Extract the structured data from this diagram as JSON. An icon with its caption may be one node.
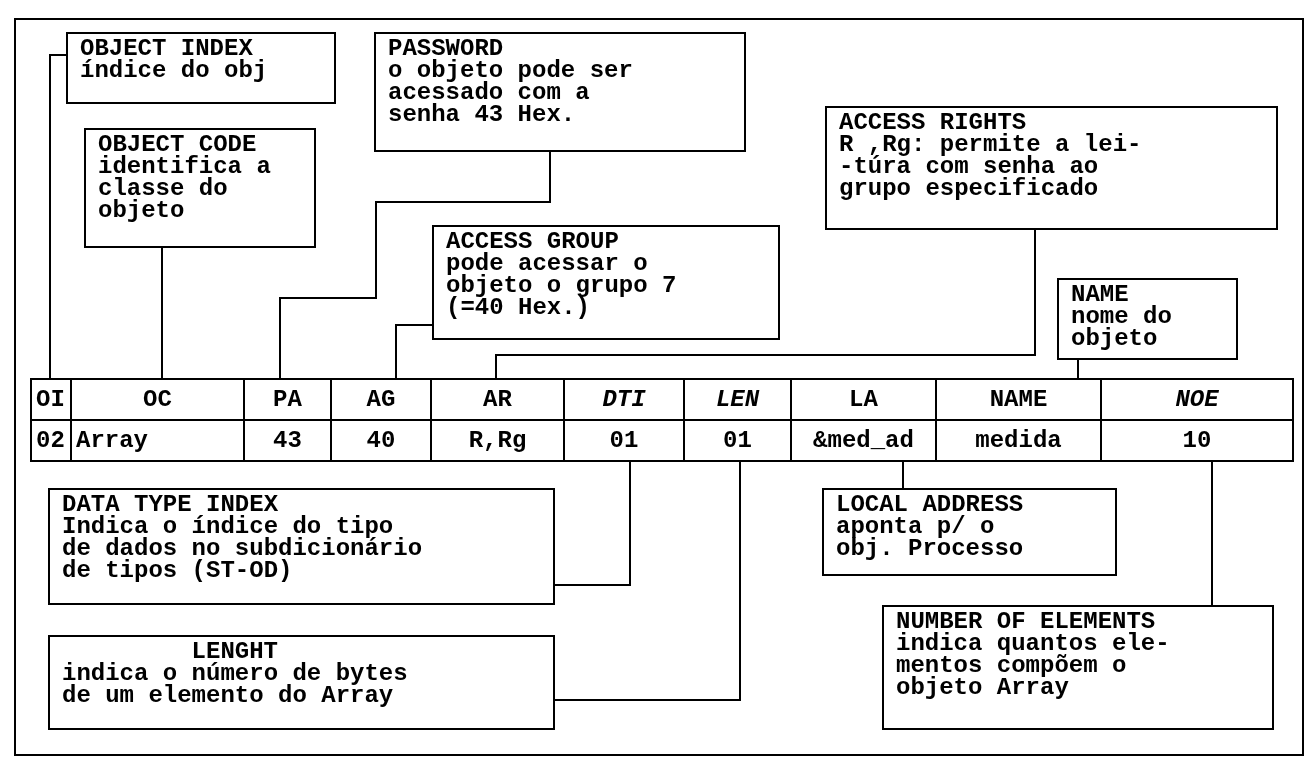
{
  "diagram": {
    "nodes": [
      {
        "text": [
          "OBJECT INDEX",
          "índice do obj"
        ]
      },
      {
        "text": [
          "PASSWORD",
          "o objeto pode ser acessado com a senha 43 Hex."
        ]
      },
      {
        "text": [
          "OBJECT CODE",
          "identifica a classe do objeto"
        ]
      },
      {
        "text": [
          "ACCESS RIGHTS",
          "R ,Rg: permite a lei- -túra com senha ao grupo especificado"
        ]
      },
      {
        "text": [
          "ACCESS GROUP",
          "pode acessar o objeto o grupo 7 (=40 Hex.)"
        ]
      },
      {
        "text": [
          "NAME",
          "nome do objeto"
        ]
      },
      {
        "text": [
          "OI"
        ]
      },
      {
        "text": [
          "OC"
        ]
      },
      {
        "text": [
          "PA"
        ]
      },
      {
        "text": [
          "AG"
        ]
      },
      {
        "text": [
          "AR"
        ]
      },
      {
        "text": [
          "DTI"
        ]
      },
      {
        "text": [
          "LEN"
        ]
      },
      {
        "text": [
          "LA"
        ]
      },
      {
        "text": [
          "NAME"
        ]
      },
      {
        "text": [
          "NOE"
        ]
      },
      {
        "text": [
          "02"
        ]
      },
      {
        "text": [
          "Array"
        ]
      },
      {
        "text": [
          "43"
        ]
      },
      {
        "text": [
          "40"
        ]
      },
      {
        "text": [
          "R,Rg"
        ]
      },
      {
        "text": [
          "01"
        ]
      },
      {
        "text": [
          "01"
        ]
      },
      {
        "text": [
          "&med_ad"
        ]
      },
      {
        "text": [
          "medida"
        ]
      },
      {
        "text": [
          "10"
        ]
      },
      {
        "text": [
          "DATA TYPE INDEX",
          "Indica o índice do tipo de dados no subdicionário de tipos (ST-OD)"
        ]
      },
      {
        "text": [
          "LOCAL ADDRESS",
          "aponta p/ o obj. Processo"
        ]
      },
      {
        "text": [
          "LENGHT",
          "indica o número de bytes de um elemento do Array"
        ]
      },
      {
        "text": [
          "NUMBER OF ELEMENTS",
          "indica quantos ele- mentos compõem o objeto Array"
        ]
      }
    ],
    "edges": [
      {
        "from": 0,
        "to": 6,
        "arrow": "none"
      },
      {
        "from": 2,
        "to": 7,
        "arrow": "none"
      },
      {
        "from": 1,
        "to": 8,
        "arrow": "none"
      },
      {
        "from": 4,
        "to": 9,
        "arrow": "none"
      },
      {
        "from": 3,
        "to": 10,
        "arrow": "none"
      },
      {
        "from": 5,
        "to": 14,
        "arrow": "none"
      },
      {
        "from": 26,
        "to": 21,
        "arrow": "none"
      },
      {
        "from": 28,
        "to": 22,
        "arrow": "none"
      },
      {
        "from": 27,
        "to": 23,
        "arrow": "none"
      },
      {
        "from": 29,
        "to": 25,
        "arrow": "none"
      }
    ]
  }
}
